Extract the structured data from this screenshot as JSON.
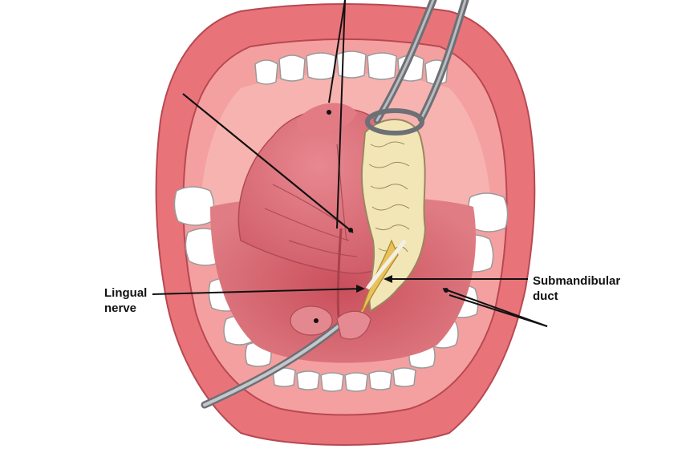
{
  "labels": {
    "lingual_nerve": {
      "line1": "Lingual",
      "line2": "nerve"
    },
    "submandibular_duct": {
      "line1": "Submandibular",
      "line2": "duct"
    }
  },
  "colors": {
    "lip": "#e8747a",
    "lip_dark": "#c9505a",
    "gum": "#ef8f90",
    "mouth_floor": "#d25a64",
    "tongue": "#dc6f78",
    "gland": "#f3e6b6",
    "gland_outline": "#9a8660",
    "tooth": "#ffffff",
    "instrument": "#8a8d91",
    "pointer": "#111111"
  },
  "icons": [
    "forceps-icon",
    "suction-tube-icon"
  ]
}
